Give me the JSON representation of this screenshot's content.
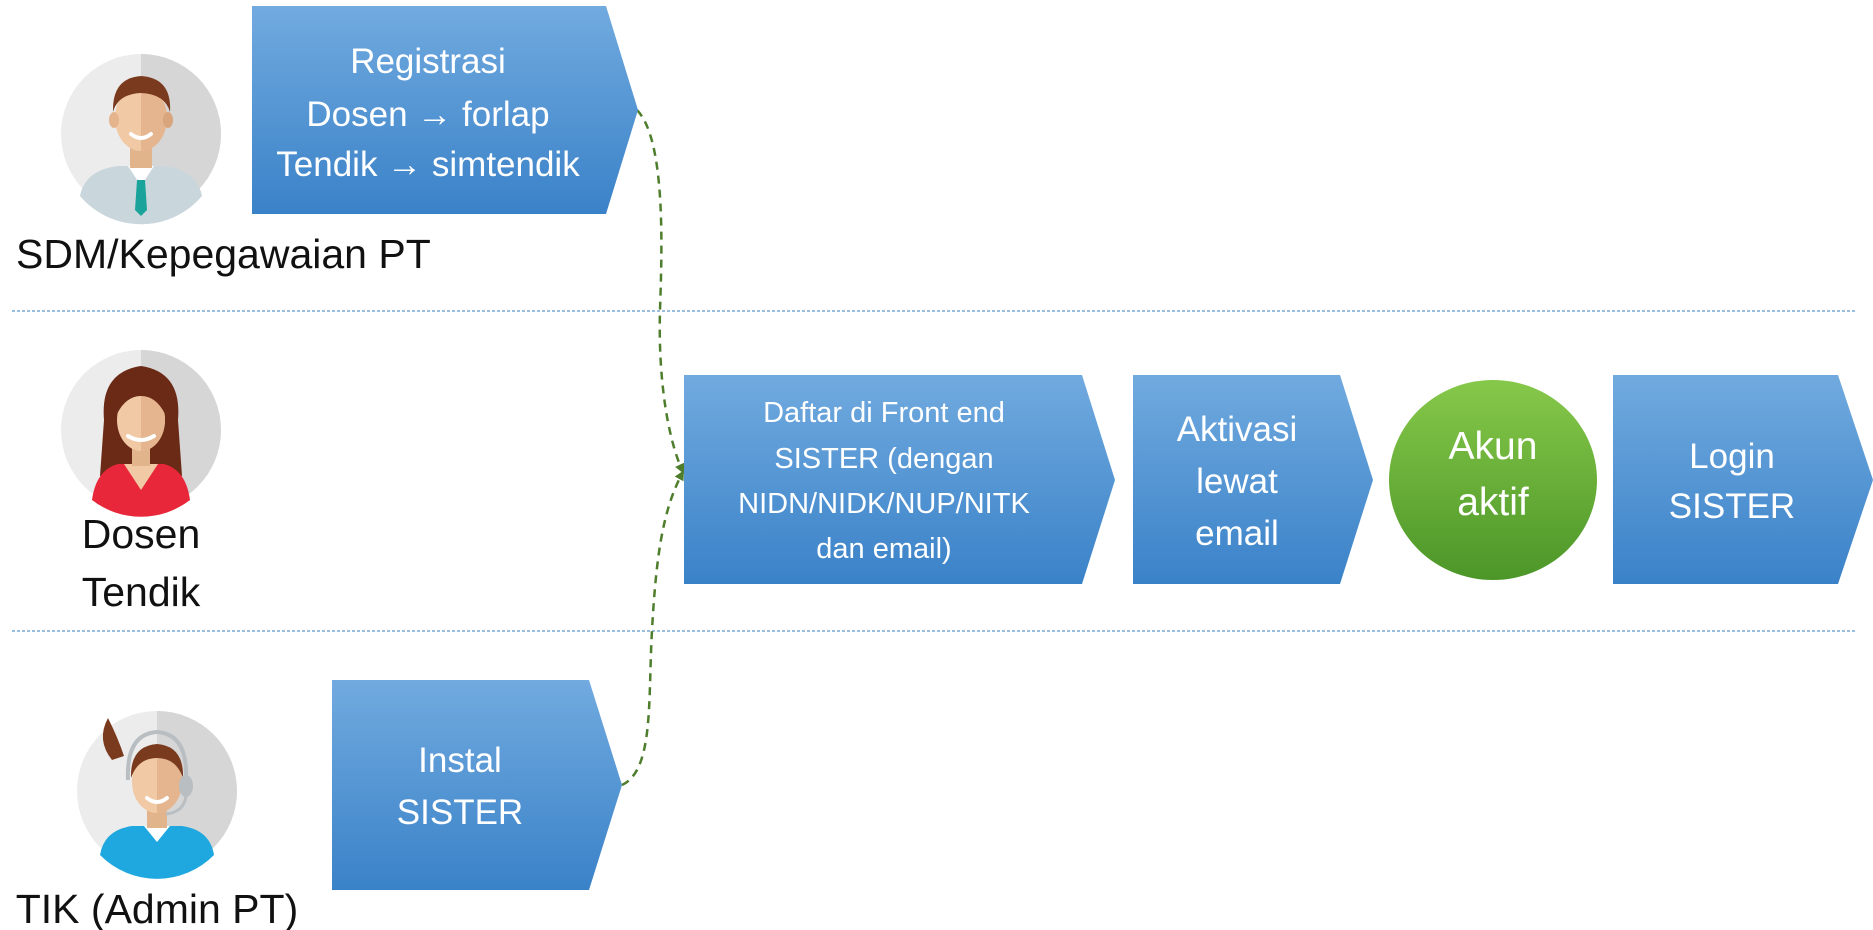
{
  "colors": {
    "arrow_blue_top": "#6fa8dc",
    "arrow_blue_bottom": "#3b83c9",
    "circle_green_top": "#7dc143",
    "circle_green_bottom": "#4f9a2a",
    "connector_green": "#4e7d2c",
    "lane_divider": "#7aa9d4"
  },
  "actors": {
    "sdm": {
      "label": "SDM/Kepegawaian PT",
      "icon": "man-avatar-icon"
    },
    "dosen": {
      "label_line1": "Dosen",
      "label_line2": "Tendik",
      "icon": "woman-avatar-icon"
    },
    "tik": {
      "label": "TIK (Admin PT)",
      "icon": "support-agent-avatar-icon"
    }
  },
  "steps": {
    "registrasi": {
      "line1": "Registrasi",
      "line2": "Dosen → forlap",
      "line3": "Tendik → simtendik"
    },
    "instal": {
      "line1": "Instal",
      "line2": "SISTER"
    },
    "daftar": {
      "line1": "Daftar di Front end",
      "line2": "SISTER (dengan",
      "line3": "NIDN/NIDK/NUP/NITK",
      "line4": "dan email)"
    },
    "aktivasi": {
      "line1": "Aktivasi",
      "line2": "lewat",
      "line3": "email"
    },
    "akun": {
      "line1": "Akun",
      "line2": "aktif"
    },
    "login": {
      "line1": "Login",
      "line2": "SISTER"
    }
  }
}
